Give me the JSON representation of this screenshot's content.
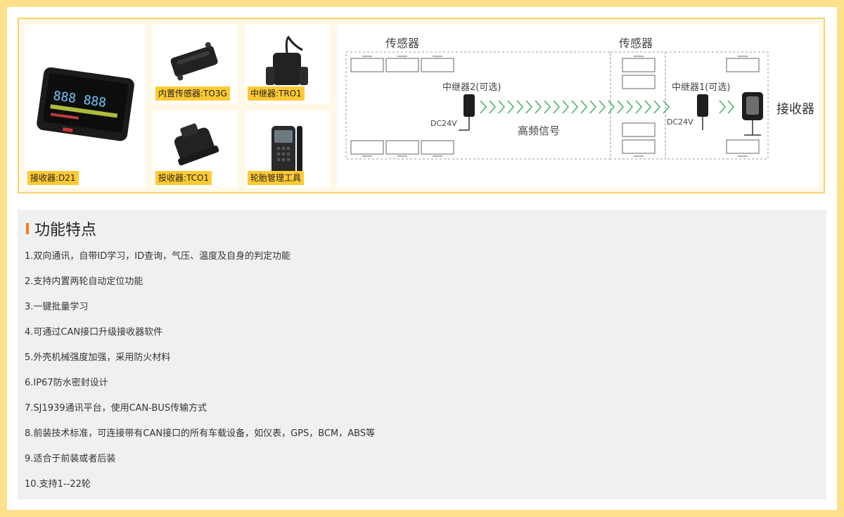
{
  "products": [
    {
      "label": "接收器:D21"
    },
    {
      "label": "内置传感器:TO3G"
    },
    {
      "label": "中继器:TRO1"
    },
    {
      "label": "投收器:TCO1"
    },
    {
      "label": "轮胎管理工具"
    }
  ],
  "diagram": {
    "sensor_group_label_left": "传感器",
    "sensor_group_label_right": "传感器",
    "repeater2_label": "中继器2(可选)",
    "repeater1_label": "中继器1(可选)",
    "power_label_left": "DC24V",
    "power_label_right": "DC24V",
    "signal_label": "高频信号",
    "receiver_label": "接收器",
    "arrow_color": "#4DB36B"
  },
  "features": {
    "title": "功能特点",
    "accent_color": "#F27B1A",
    "items": [
      "1.双向通讯，自带ID学习，ID查询，气压、温度及自身的判定功能",
      "2.支持内置两轮自动定位功能",
      "3.一键批量学习",
      "4.可通过CAN接口升级接收器软件",
      "5.外壳机械强度加强，采用防火材料",
      "6.IP67防水密封设计",
      "7.SJ1939通讯平台，使用CAN-BUS传输方式",
      "8.前装技术标准，可连接带有CAN接口的所有车载设备，如仪表，GPS，BCM，ABS等",
      "9.适合于前装或者后装",
      "10.支持1--22轮"
    ]
  }
}
